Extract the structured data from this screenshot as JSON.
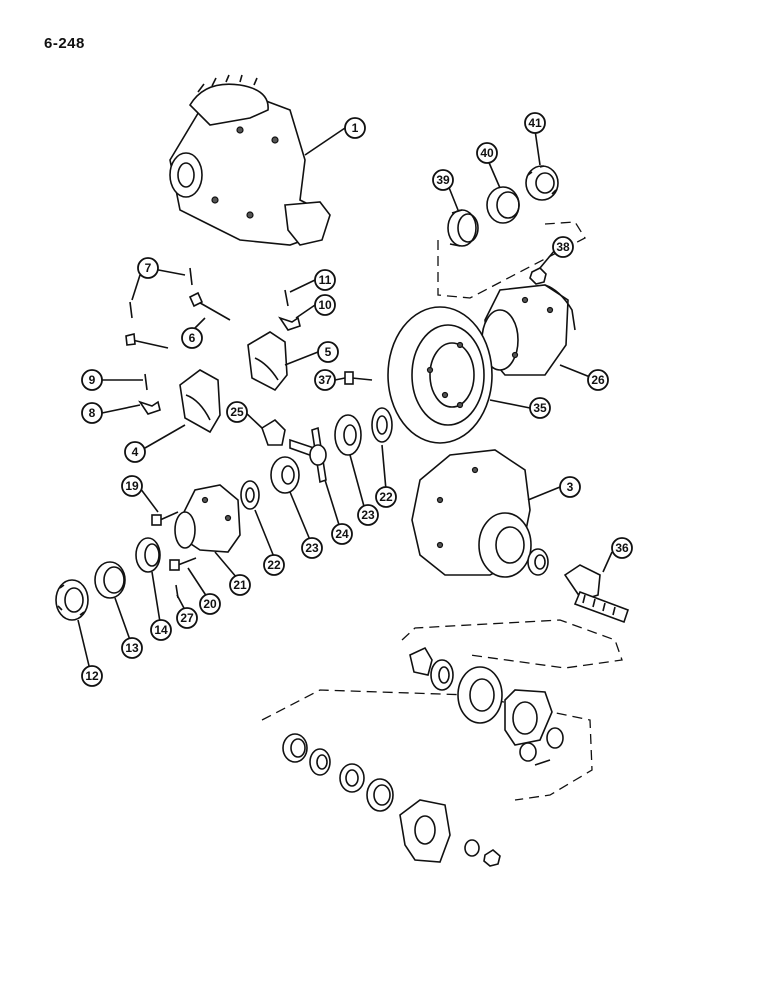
{
  "page": {
    "title": "6-248"
  },
  "callouts": [
    {
      "label": "1"
    },
    {
      "label": "41"
    },
    {
      "label": "40"
    },
    {
      "label": "39"
    },
    {
      "label": "38"
    },
    {
      "label": "7"
    },
    {
      "label": "11"
    },
    {
      "label": "10"
    },
    {
      "label": "6"
    },
    {
      "label": "5"
    },
    {
      "label": "26"
    },
    {
      "label": "9"
    },
    {
      "label": "37"
    },
    {
      "label": "8"
    },
    {
      "label": "35"
    },
    {
      "label": "25"
    },
    {
      "label": "4"
    },
    {
      "label": "22"
    },
    {
      "label": "3"
    },
    {
      "label": "19"
    },
    {
      "label": "23"
    },
    {
      "label": "24"
    },
    {
      "label": "23"
    },
    {
      "label": "22"
    },
    {
      "label": "21"
    },
    {
      "label": "36"
    },
    {
      "label": "20"
    },
    {
      "label": "27"
    },
    {
      "label": "14"
    },
    {
      "label": "13"
    },
    {
      "label": "12"
    }
  ]
}
